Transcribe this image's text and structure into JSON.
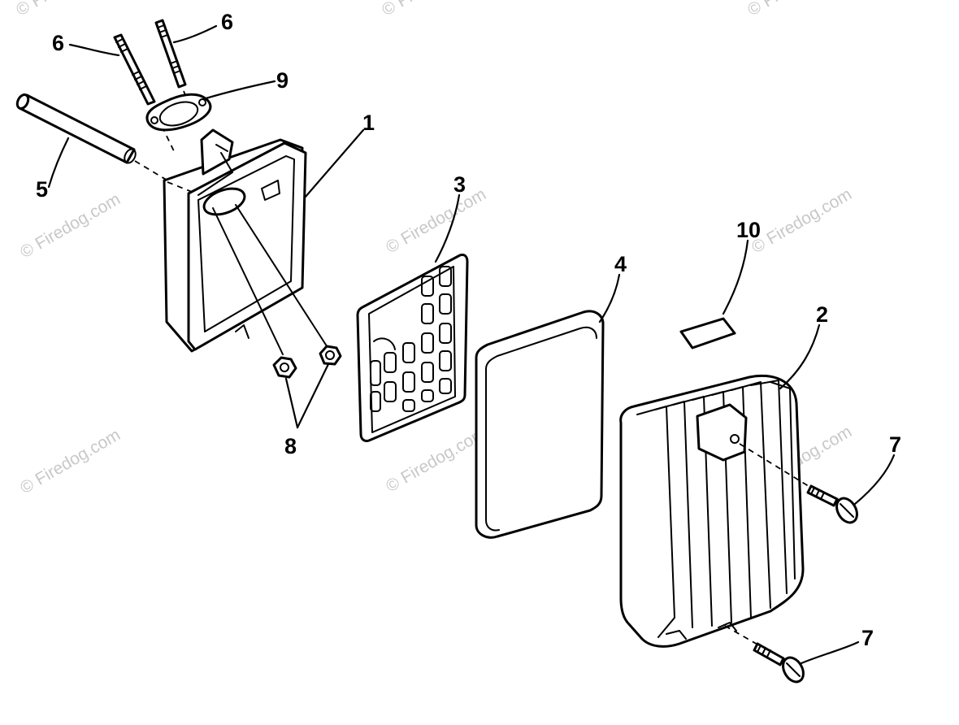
{
  "watermark": {
    "text": "© Firedog.com"
  },
  "callouts": [
    {
      "id": "1",
      "label": "1"
    },
    {
      "id": "2",
      "label": "2"
    },
    {
      "id": "3",
      "label": "3"
    },
    {
      "id": "4",
      "label": "4"
    },
    {
      "id": "5",
      "label": "5"
    },
    {
      "id": "6a",
      "label": "6"
    },
    {
      "id": "6b",
      "label": "6"
    },
    {
      "id": "7a",
      "label": "7"
    },
    {
      "id": "7b",
      "label": "7"
    },
    {
      "id": "8",
      "label": "8"
    },
    {
      "id": "9",
      "label": "9"
    },
    {
      "id": "10",
      "label": "10"
    }
  ]
}
